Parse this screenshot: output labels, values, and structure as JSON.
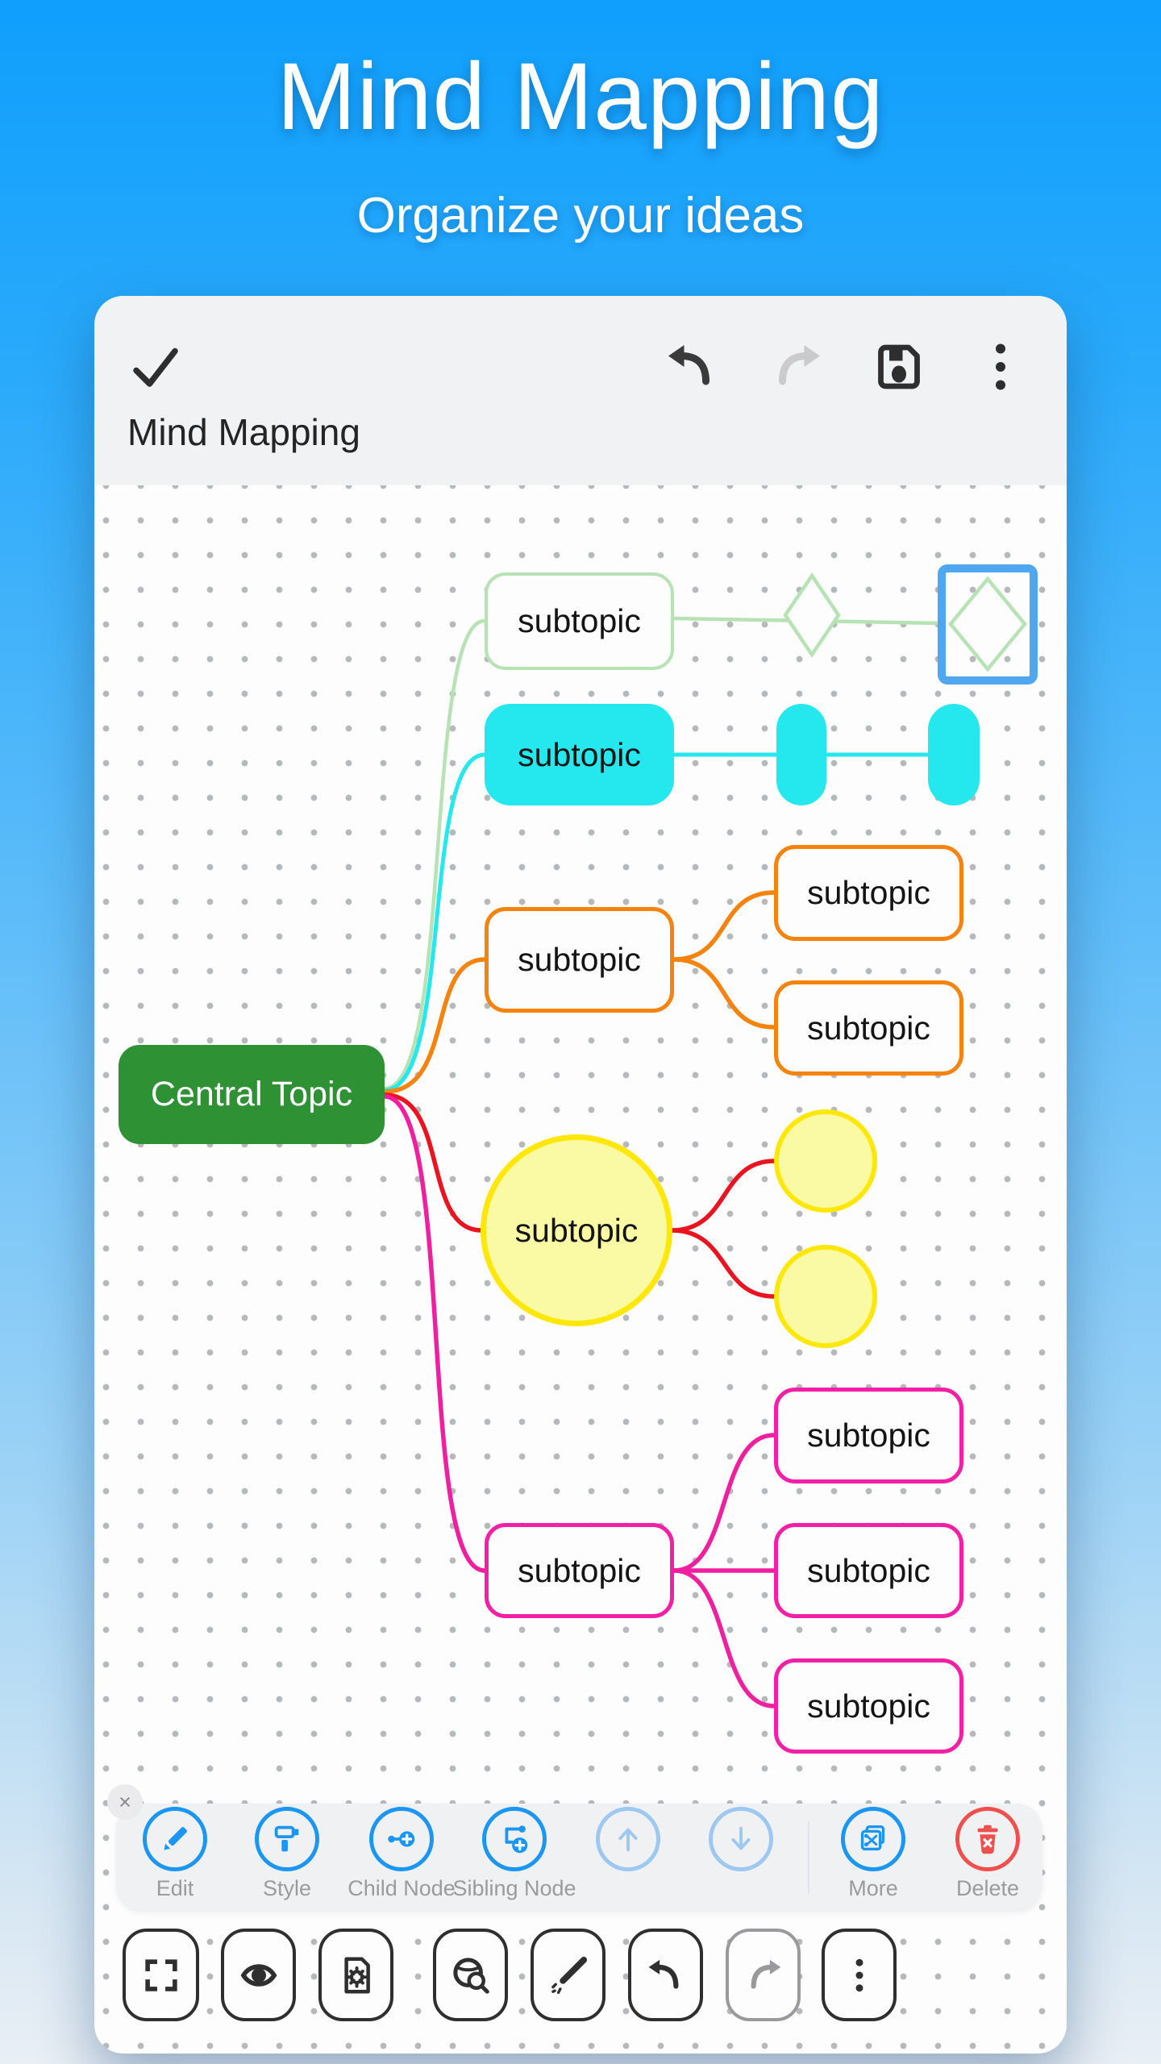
{
  "hero": {
    "title": "Mind Mapping",
    "subtitle": "Organize your ideas"
  },
  "app": {
    "doc_title": "Mind Mapping",
    "header_icons": [
      "confirm-check-icon",
      "undo-icon",
      "redo-icon-disabled",
      "save-icon",
      "overflow-menu-icon"
    ]
  },
  "mindmap": {
    "central": {
      "label": "Central Topic",
      "fill": "#2e9134"
    },
    "nodes": [
      {
        "id": "green-rect",
        "label": "subtopic",
        "stroke": "#b7e3b4"
      },
      {
        "id": "cyan-rect",
        "label": "subtopic",
        "fill": "#25e8ef"
      },
      {
        "id": "orange-parent",
        "label": "subtopic",
        "stroke": "#f5830d"
      },
      {
        "id": "orange-child-1",
        "label": "subtopic",
        "stroke": "#f5830d"
      },
      {
        "id": "orange-child-2",
        "label": "subtopic",
        "stroke": "#f5830d"
      },
      {
        "id": "yellow-circle",
        "label": "subtopic",
        "stroke": "#ffe70a",
        "fill": "#fafaa5"
      },
      {
        "id": "pink-parent",
        "label": "subtopic",
        "stroke": "#f320a7"
      },
      {
        "id": "pink-child-1",
        "label": "subtopic",
        "stroke": "#f320a7"
      },
      {
        "id": "pink-child-2",
        "label": "subtopic",
        "stroke": "#f320a7"
      },
      {
        "id": "pink-child-3",
        "label": "subtopic",
        "stroke": "#f320a7"
      }
    ],
    "branch_colors": {
      "green": "#b7e3b4",
      "cyan": "#25e8ef",
      "orange": "#f5830d",
      "red": "#ea1420",
      "pink": "#f01fa0"
    },
    "selection_color": "#4fa7f0"
  },
  "node_toolbar": {
    "buttons": [
      {
        "label": "Edit",
        "icon": "pencil-icon",
        "state": "enabled"
      },
      {
        "label": "Style",
        "icon": "paint-roller-icon",
        "state": "enabled"
      },
      {
        "label": "Child Node",
        "icon": "add-child-icon",
        "state": "enabled"
      },
      {
        "label": "Sibling Node",
        "icon": "add-sibling-icon",
        "state": "enabled"
      },
      {
        "label": "",
        "icon": "arrow-up-icon",
        "state": "disabled"
      },
      {
        "label": "",
        "icon": "arrow-down-icon",
        "state": "disabled"
      },
      {
        "label": "More",
        "icon": "more-clip-icon",
        "state": "enabled"
      },
      {
        "label": "Delete",
        "icon": "trash-icon",
        "state": "enabled"
      }
    ],
    "close": "×"
  },
  "bottom_toolbar": {
    "buttons": [
      {
        "icon": "fullscreen-icon",
        "state": "enabled"
      },
      {
        "icon": "eye-icon",
        "state": "enabled"
      },
      {
        "icon": "doc-settings-icon",
        "state": "enabled"
      },
      {
        "icon": "globe-search-icon",
        "state": "enabled"
      },
      {
        "icon": "magic-wand-icon",
        "state": "enabled"
      },
      {
        "icon": "undo-icon",
        "state": "enabled"
      },
      {
        "icon": "redo-icon",
        "state": "disabled"
      },
      {
        "icon": "overflow-menu-icon",
        "state": "enabled"
      }
    ]
  },
  "colors": {
    "accent_blue": "#1b96f2",
    "danger_red": "#f0504d",
    "background_top": "#0f9ffc",
    "card_bg": "#f1f2f4",
    "canvas_bg": "#fdfdfe"
  }
}
